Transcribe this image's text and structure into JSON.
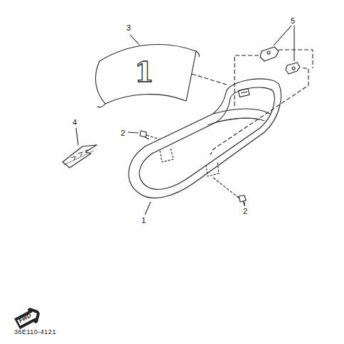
{
  "diagram": {
    "nodes": [
      {
        "text": [
          "FWD"
        ]
      }
    ],
    "labels": [
      "3",
      "5",
      "1",
      "4",
      "2",
      "2",
      "1",
      "36E110-4121"
    ]
  }
}
